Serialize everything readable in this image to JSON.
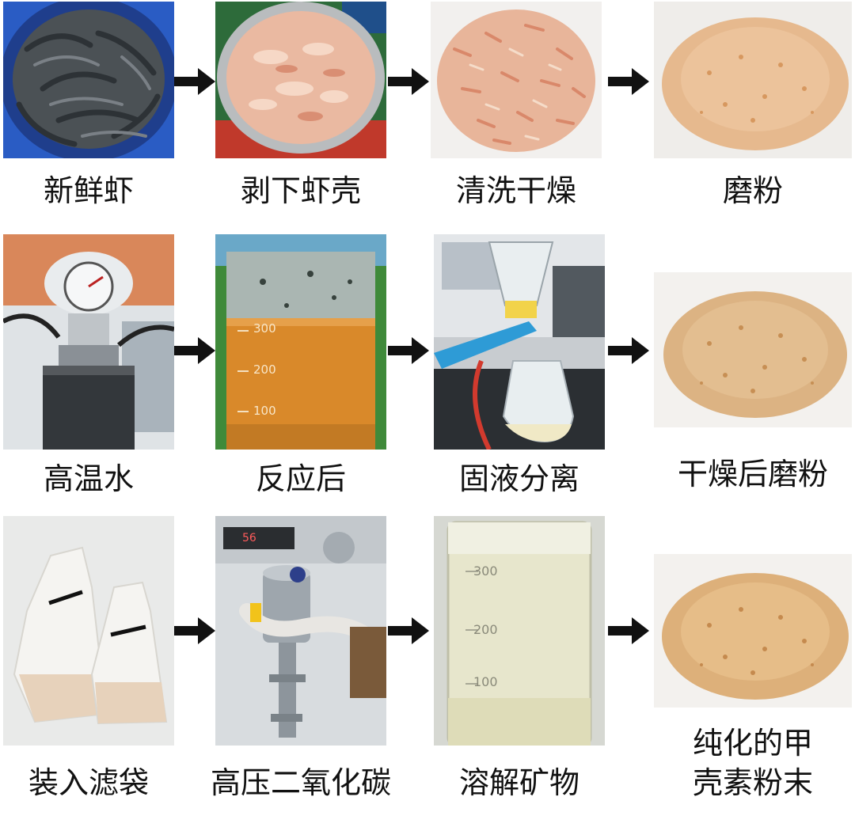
{
  "steps": {
    "s1": "新鲜虾",
    "s2": "剥下虾壳",
    "s3": "清洗干燥",
    "s4": "磨粉",
    "s5": "高温水",
    "s6": "反应后",
    "s7": "固液分离",
    "s8": "干燥后磨粉",
    "s9": "装入滤袋",
    "s10": "高压二氧化碳",
    "s11": "溶解矿物",
    "s12_line1": "纯化的甲",
    "s12_line2": "壳素粉末"
  },
  "beaker_scale": {
    "mark300": "300",
    "mark200": "200",
    "mark100": "100"
  },
  "gauge_display": {
    "reading": "56"
  },
  "colors": {
    "arrow": "#111111",
    "shrimp_blue": "#1f3e8c",
    "powder": "#e3b98e",
    "amber_liquid": "#d9892a"
  }
}
